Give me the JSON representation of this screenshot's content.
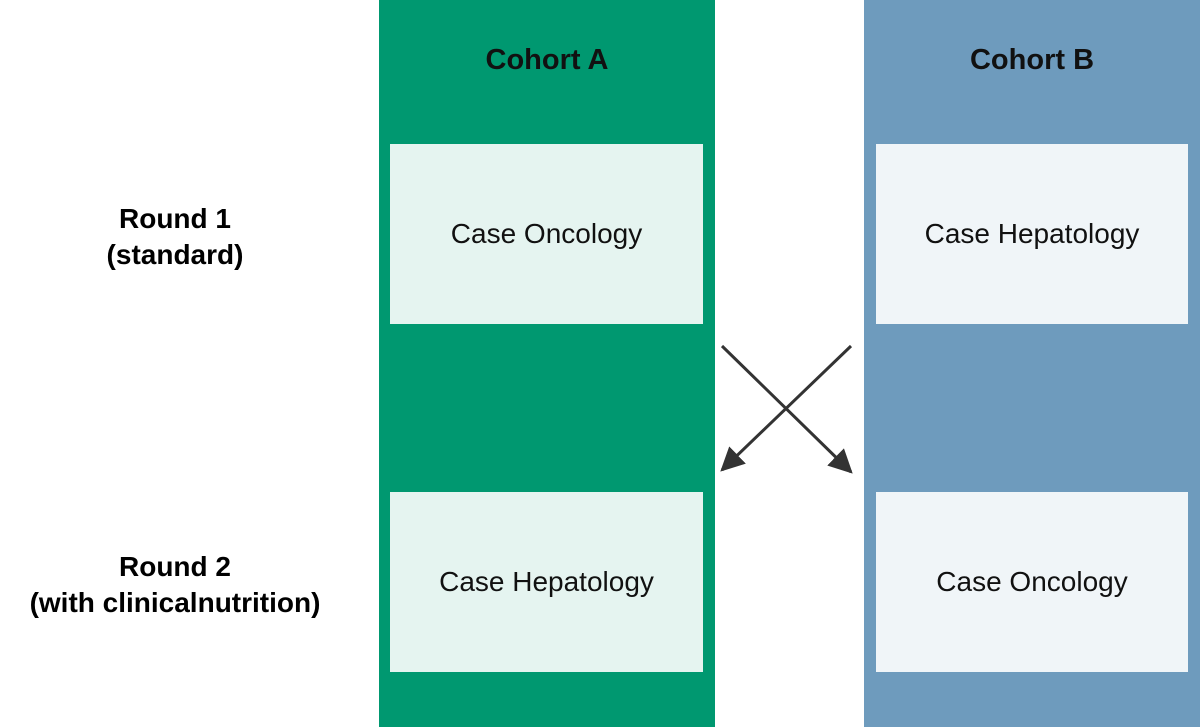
{
  "colors": {
    "cohort_a": "#009870",
    "cohort_a_box": "#e5f4f0",
    "cohort_b": "#6e9bbd",
    "cohort_b_box": "#f0f5f8",
    "arrow": "#333333"
  },
  "rows": [
    {
      "title": "Round 1",
      "subtitle": "(standard)"
    },
    {
      "title": "Round 2",
      "subtitle": "(with clinicalnutrition)"
    }
  ],
  "cohorts": [
    {
      "name": "Cohort A",
      "cases": [
        "Case Oncology",
        "Case Hepatology"
      ]
    },
    {
      "name": "Cohort B",
      "cases": [
        "Case Hepatology",
        "Case Oncology"
      ]
    }
  ]
}
